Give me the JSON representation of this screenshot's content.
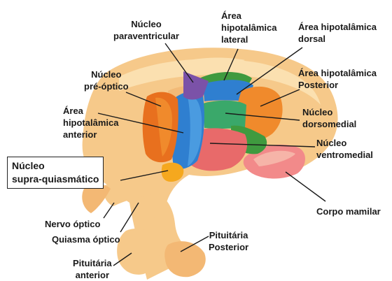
{
  "labels": {
    "nucleo_paraventricular": [
      "Núcleo",
      "paraventricular"
    ],
    "area_hipotalamica_lateral": [
      "Área",
      "hipotalâmica",
      "lateral"
    ],
    "area_hipotalamica_dorsal": [
      "Área hipotalâmica",
      "dorsal"
    ],
    "nucleo_pre_optico": [
      "Núcleo",
      "pré-óptico"
    ],
    "area_hipotalamica_posterior": [
      "Área hipotalâmica",
      "Posterior"
    ],
    "area_hipotalamica_anterior": [
      "Área",
      "hipotalâmica",
      "anterior"
    ],
    "nucleo_dorsomedial": [
      "Núcleo",
      "dorsomedial"
    ],
    "nucleo_ventromedial": [
      "Núcleo",
      "ventromedial"
    ],
    "nucleo_supra_quiasmatico": [
      "Núcleo",
      "supra-quiasmático"
    ],
    "corpo_mamilar": "Corpo mamilar",
    "nervo_optico": "Nervo óptico",
    "quiasma_optico": "Quiasma óptico",
    "pituitaria_posterior": [
      "Pituitária",
      "Posterior"
    ],
    "pituitaria_anterior": [
      "Pituitária",
      "anterior"
    ]
  },
  "colors": {
    "tissue": "#f6c98a",
    "tissue_light": "#fbe0b0",
    "paraventricular": "#7b52a8",
    "lateral": "#3f9a3f",
    "dorsal": "#2f7fd0",
    "posterior": "#f08a2c",
    "pre_optico": "#e8701e",
    "anterior": "#2f7fd0",
    "dorsomedial": "#3aa86a",
    "ventromedial": "#e86a6a",
    "supra_quiasmatico": "#f5a81e",
    "corpo_mamilar": "#f28a8a"
  }
}
